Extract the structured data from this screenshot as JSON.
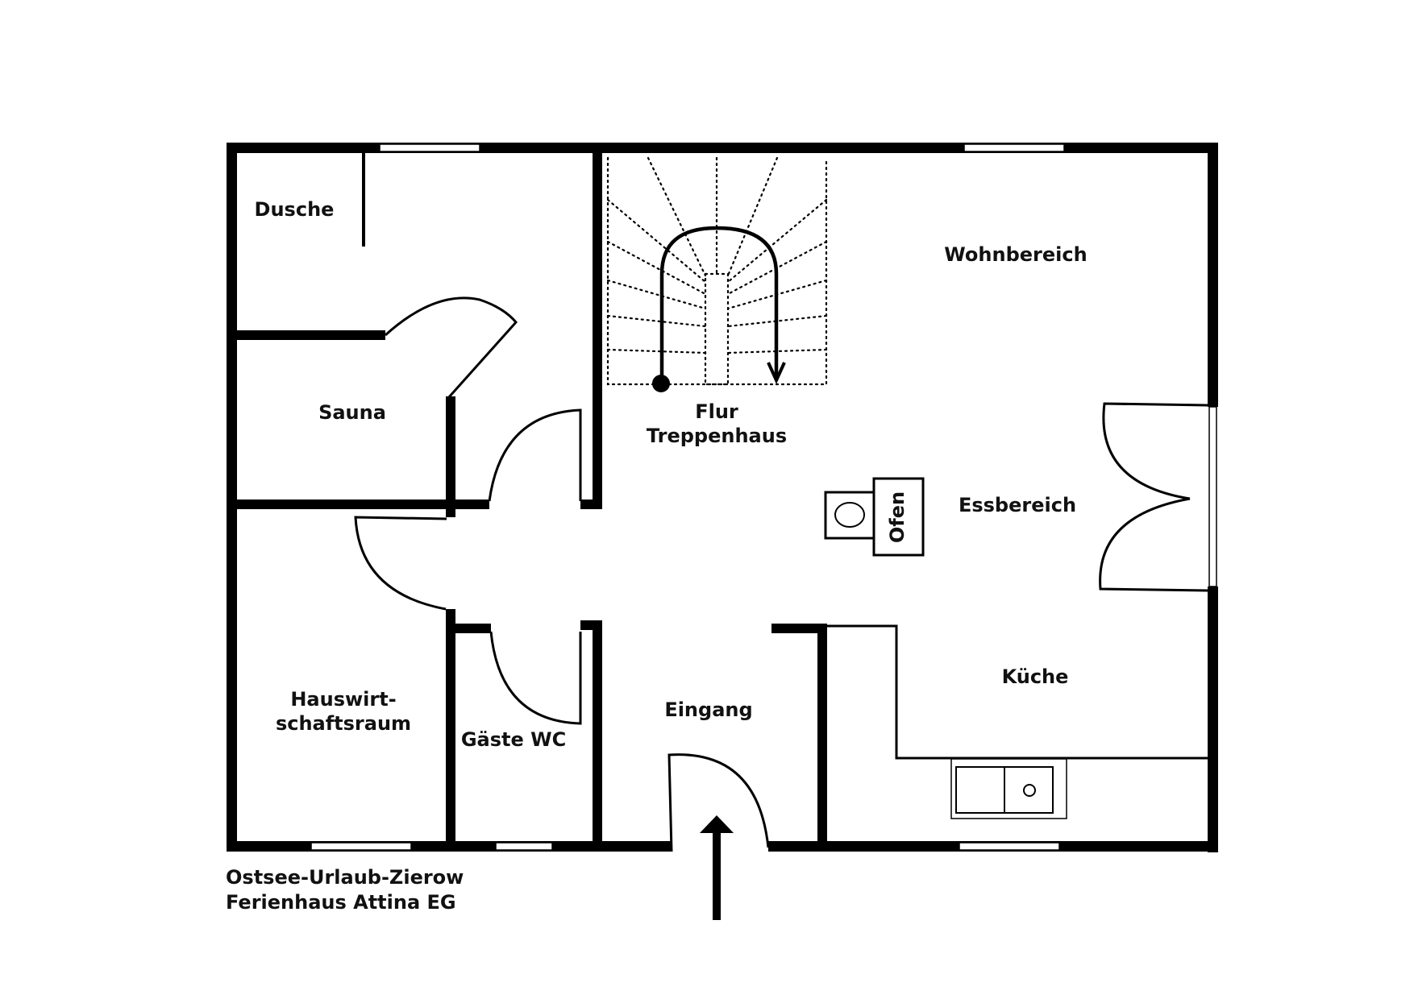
{
  "rooms": {
    "dusche": "Dusche",
    "sauna": "Sauna",
    "flur": "Flur",
    "treppenhaus": "Treppenhaus",
    "wohnbereich": "Wohnbereich",
    "essbereich": "Essbereich",
    "ofen": "Ofen",
    "hauswirt_line1": "Hauswirt-",
    "hauswirt_line2": "schaftsraum",
    "gaeste_wc": "Gäste WC",
    "eingang": "Eingang",
    "kueche": "Küche"
  },
  "caption": {
    "line1": "Ostsee-Urlaub-Zierow",
    "line2": "Ferienhaus Attina EG"
  },
  "icons": {
    "entrance": "entrance-arrow-icon",
    "stairs": "staircase-icon",
    "stove": "stove-icon",
    "sink": "sink-icon"
  },
  "colors": {
    "wall": "#000000",
    "background": "#ffffff"
  }
}
